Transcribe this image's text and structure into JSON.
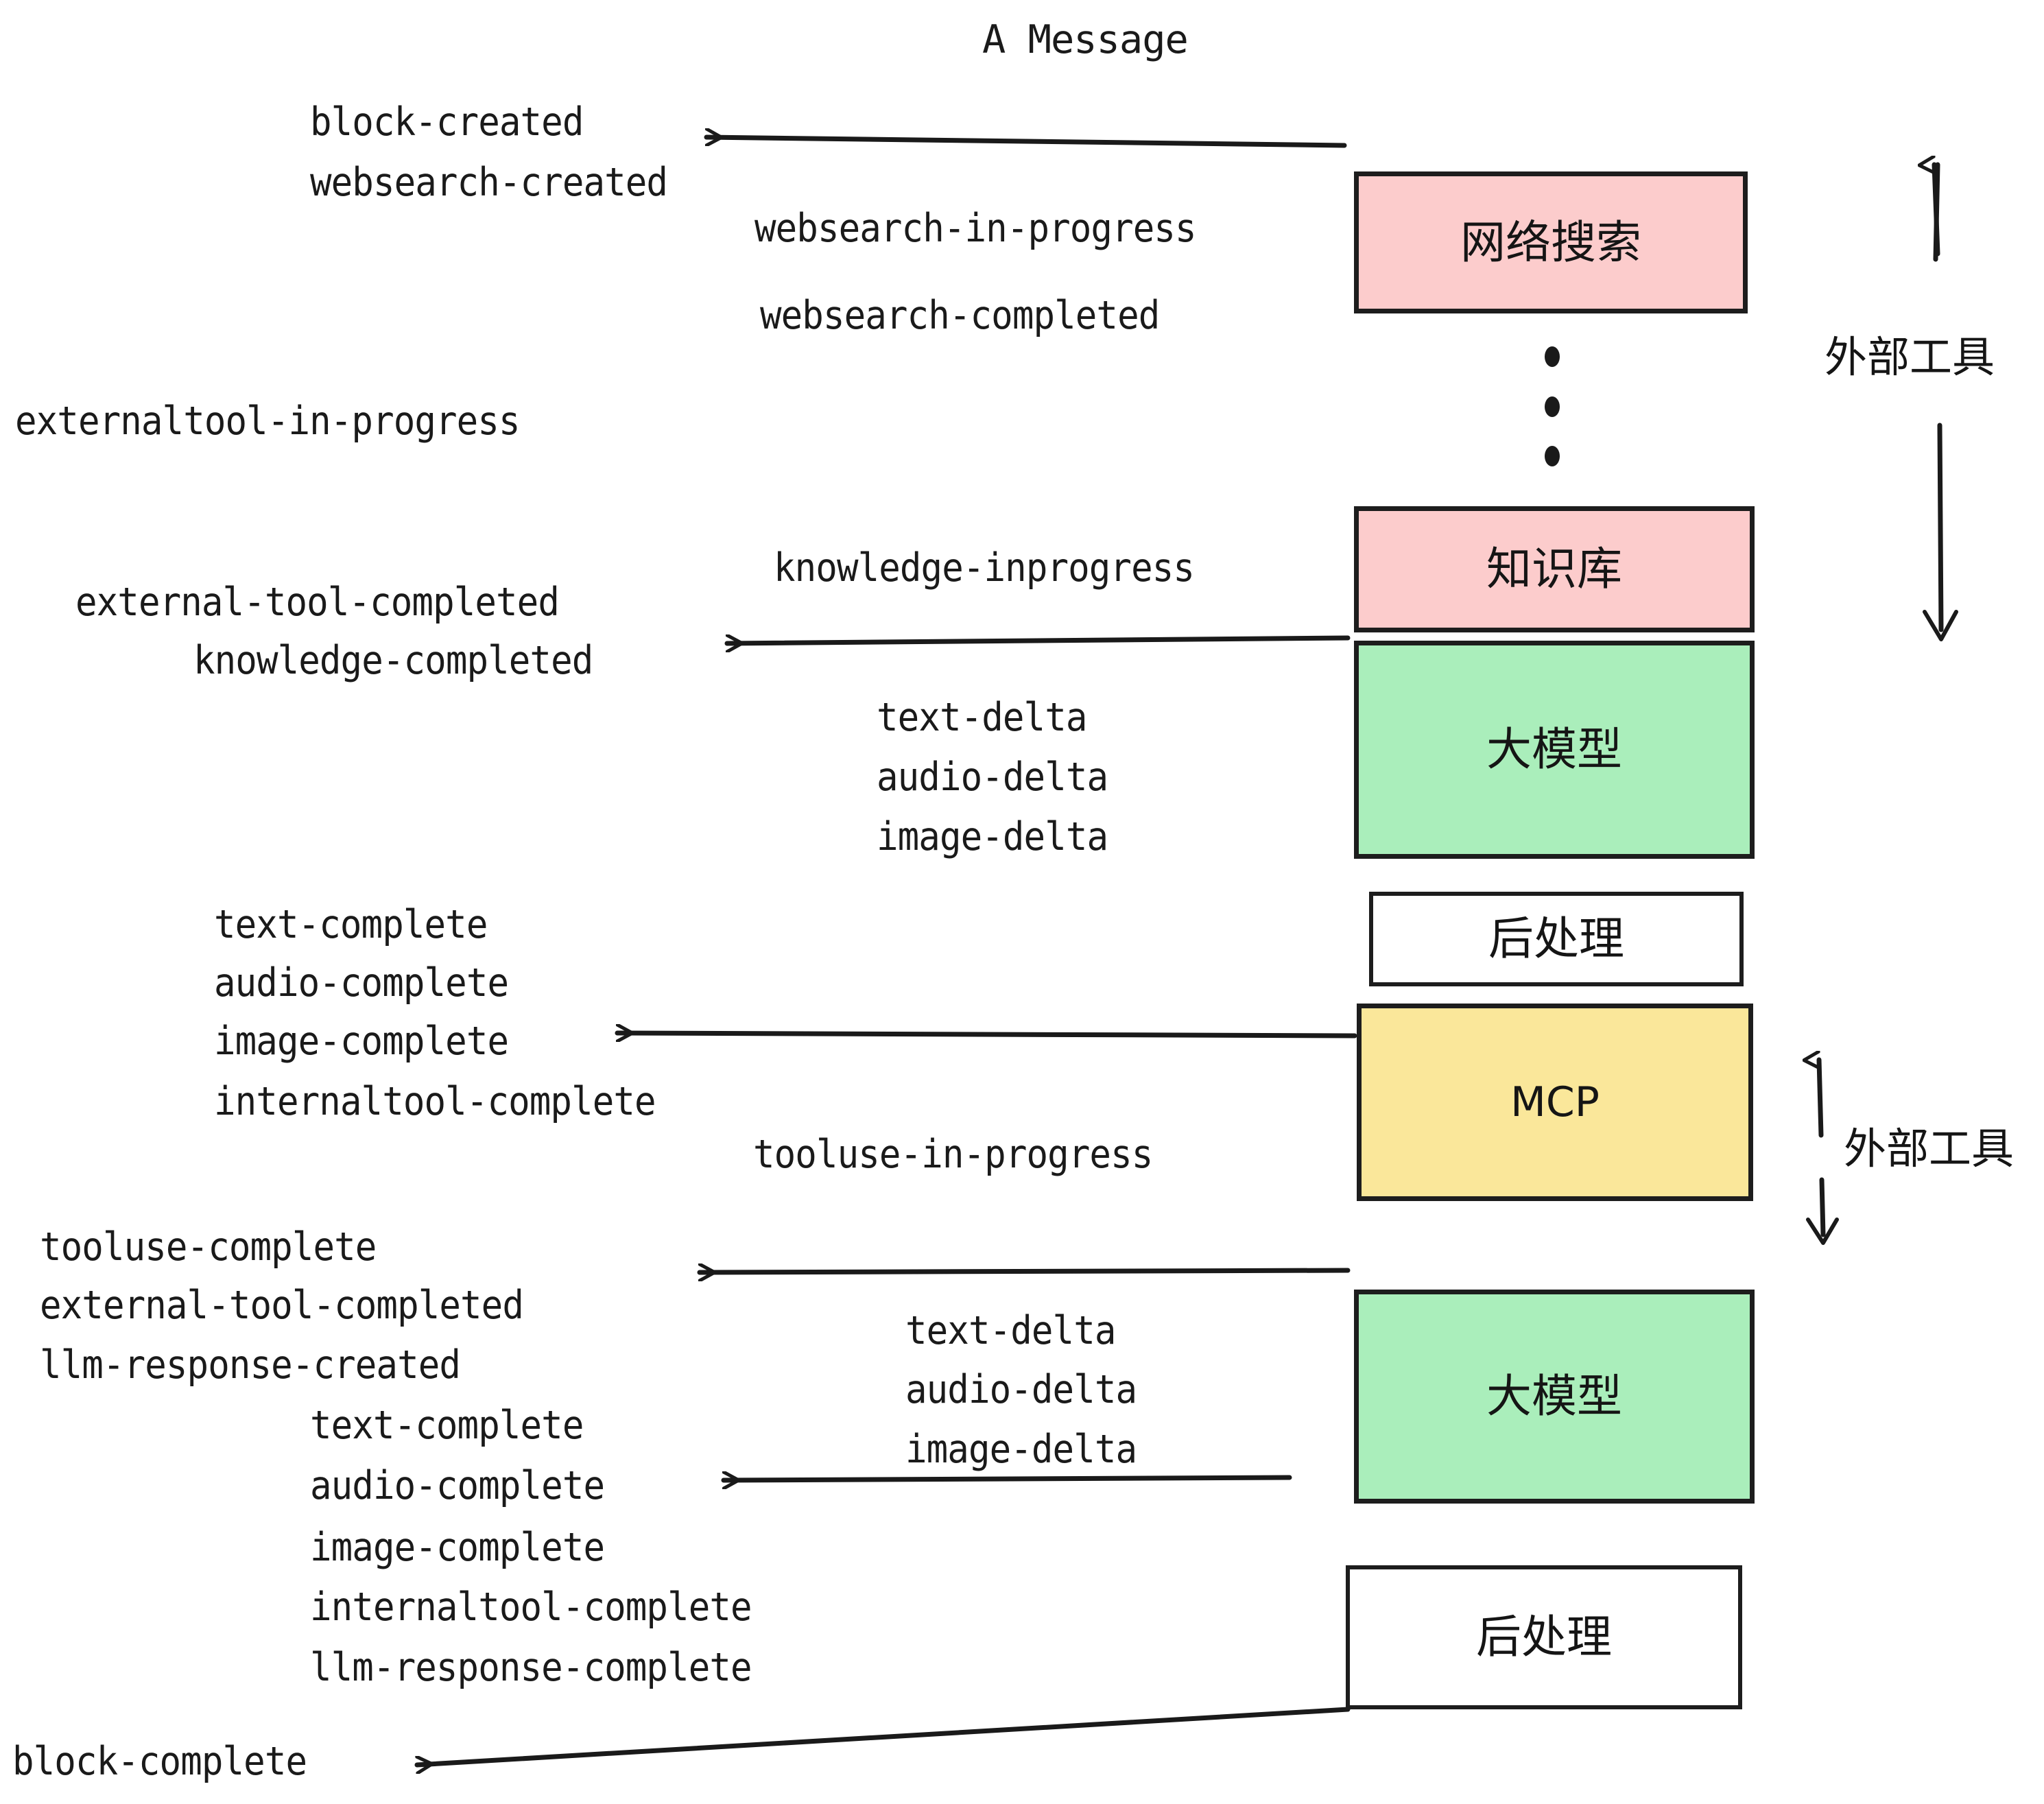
{
  "title": "A Message",
  "colors": {
    "pink": "#fccccc",
    "green": "#aaeebb",
    "yellow": "#fae79a",
    "white": "#ffffff",
    "stroke": "#1d1d1d",
    "text": "#1a1a1a"
  },
  "nodes": [
    {
      "id": "websearch",
      "label": "网络搜索",
      "fill": "#fccccc",
      "script": "cjk"
    },
    {
      "id": "knowledge",
      "label": "知识库",
      "fill": "#fccccc",
      "script": "cjk"
    },
    {
      "id": "llm-top",
      "label": "大模型",
      "fill": "#aaeebb",
      "script": "cjk"
    },
    {
      "id": "postprocess-top",
      "label": "后处理",
      "fill": "#ffffff",
      "script": "cjk"
    },
    {
      "id": "mcp",
      "label": "MCP",
      "fill": "#fae79a",
      "script": "latin"
    },
    {
      "id": "llm-bottom",
      "label": "大模型",
      "fill": "#aaeebb",
      "script": "cjk"
    },
    {
      "id": "postprocess-bottom",
      "label": "后处理",
      "fill": "#ffffff",
      "script": "cjk"
    }
  ],
  "side_labels": [
    {
      "id": "external-tool-top",
      "label": "外部工具"
    },
    {
      "id": "external-tool-bottom",
      "label": "外部工具"
    }
  ],
  "events": [
    {
      "id": "block-created",
      "label": "block-created"
    },
    {
      "id": "websearch-created",
      "label": "websearch-created"
    },
    {
      "id": "websearch-in-progress",
      "label": "websearch-in-progress"
    },
    {
      "id": "websearch-completed",
      "label": "websearch-completed"
    },
    {
      "id": "externaltool-in-progress",
      "label": "externaltool-in-progress"
    },
    {
      "id": "knowledge-inprogress",
      "label": "knowledge-inprogress"
    },
    {
      "id": "external-tool-completed-1",
      "label": "external-tool-completed"
    },
    {
      "id": "knowledge-completed",
      "label": "knowledge-completed"
    },
    {
      "id": "text-delta-1",
      "label": "text-delta"
    },
    {
      "id": "audio-delta-1",
      "label": "audio-delta"
    },
    {
      "id": "image-delta-1",
      "label": "image-delta"
    },
    {
      "id": "text-complete-1",
      "label": "text-complete"
    },
    {
      "id": "audio-complete-1",
      "label": "audio-complete"
    },
    {
      "id": "image-complete-1",
      "label": "image-complete"
    },
    {
      "id": "internaltool-complete-1",
      "label": "internaltool-complete"
    },
    {
      "id": "tooluse-in-progress",
      "label": "tooluse-in-progress"
    },
    {
      "id": "tooluse-complete",
      "label": "tooluse-complete"
    },
    {
      "id": "external-tool-completed-2",
      "label": "external-tool-completed"
    },
    {
      "id": "llm-response-created",
      "label": "llm-response-created"
    },
    {
      "id": "text-delta-2",
      "label": "text-delta"
    },
    {
      "id": "audio-delta-2",
      "label": "audio-delta"
    },
    {
      "id": "image-delta-2",
      "label": "image-delta"
    },
    {
      "id": "text-complete-2",
      "label": "text-complete"
    },
    {
      "id": "audio-complete-2",
      "label": "audio-complete"
    },
    {
      "id": "image-complete-2",
      "label": "image-complete"
    },
    {
      "id": "internaltool-complete-2",
      "label": "internaltool-complete"
    },
    {
      "id": "llm-response-complete",
      "label": "llm-response-complete"
    },
    {
      "id": "block-complete",
      "label": "block-complete"
    }
  ]
}
